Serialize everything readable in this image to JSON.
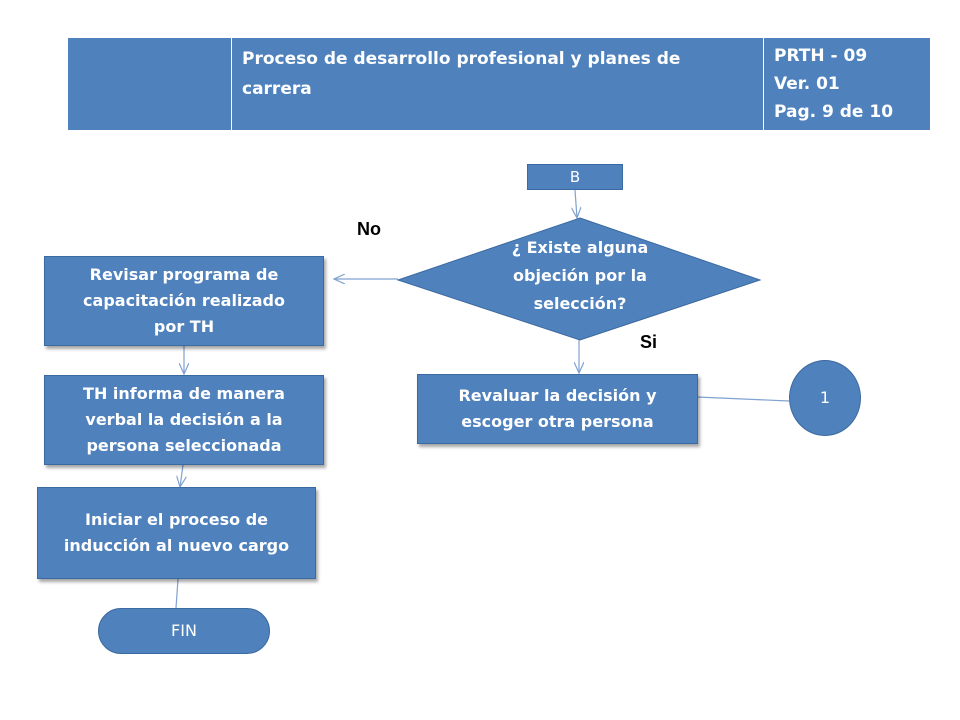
{
  "header": {
    "left": "",
    "title_lines": [
      "Proceso de desarrollo profesional y planes de",
      "carrera"
    ],
    "code": "PRTH -  09",
    "version": "Ver. 01",
    "page": "Pag. 9 de 10"
  },
  "flow": {
    "connector_b": "B",
    "decision_lines": [
      "¿ Existe alguna",
      "objeción por la",
      "selección?"
    ],
    "label_no": "No",
    "label_si": "Si",
    "review_lines": [
      "Revisar programa de",
      "capacitación realizado",
      "por TH"
    ],
    "inform_lines": [
      "TH informa de manera",
      "verbal la decisión a la",
      "persona seleccionada"
    ],
    "induction_lines": [
      "Iniciar  el proceso de",
      "inducción al nuevo cargo"
    ],
    "end": "FIN",
    "reevaluate_lines": [
      "Revaluar la decisión y",
      "escoger otra persona"
    ],
    "connector_1": "1"
  },
  "colors": {
    "fill": "#4f81bd",
    "stroke": "#3b6aa0",
    "line": "#7fa2cf"
  }
}
